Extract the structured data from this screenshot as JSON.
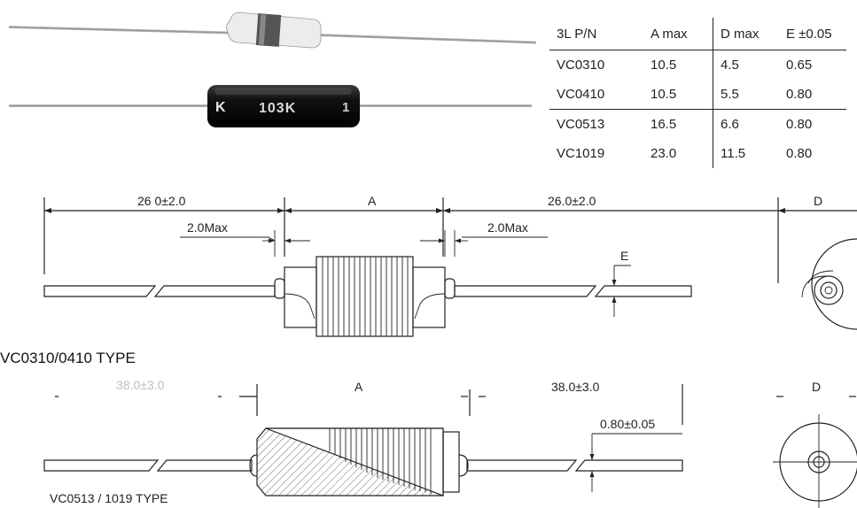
{
  "photo": {
    "resistor_marking": "103K",
    "left_mark": "K",
    "right_mark": "1"
  },
  "spec_table": {
    "headers": [
      "3L P/N",
      "A max",
      "D max",
      "E ±0.05"
    ],
    "rows": [
      [
        "VC0310",
        "10.5",
        "4.5",
        "0.65"
      ],
      [
        "VC0410",
        "10.5",
        "5.5",
        "0.80"
      ],
      [
        "VC0513",
        "16.5",
        "6.6",
        "0.80"
      ],
      [
        "VC1019",
        "23.0",
        "11.5",
        "0.80"
      ]
    ]
  },
  "drawing_top": {
    "left_lead": "26 0±2.0",
    "body": "A",
    "right_lead": "26.0±2.0",
    "left_gap": "2.0Max",
    "right_gap": "2.0Max",
    "wire_dia": "E",
    "end_view": "D",
    "type_label": "VC0310/0410 TYPE"
  },
  "drawing_bottom": {
    "left_lead": "38.0±3.0",
    "body": "A",
    "right_lead": "38.0±3.0",
    "wire_dia": "0.80±0.05",
    "end_view": "D",
    "type_label": "VC0513 / 1019 TYPE"
  },
  "colors": {
    "white_resistor_body": "#ececec",
    "black_resistor_body": "#1a1a1a",
    "lead_wire": "#9a9a9a",
    "line": "#222222"
  }
}
